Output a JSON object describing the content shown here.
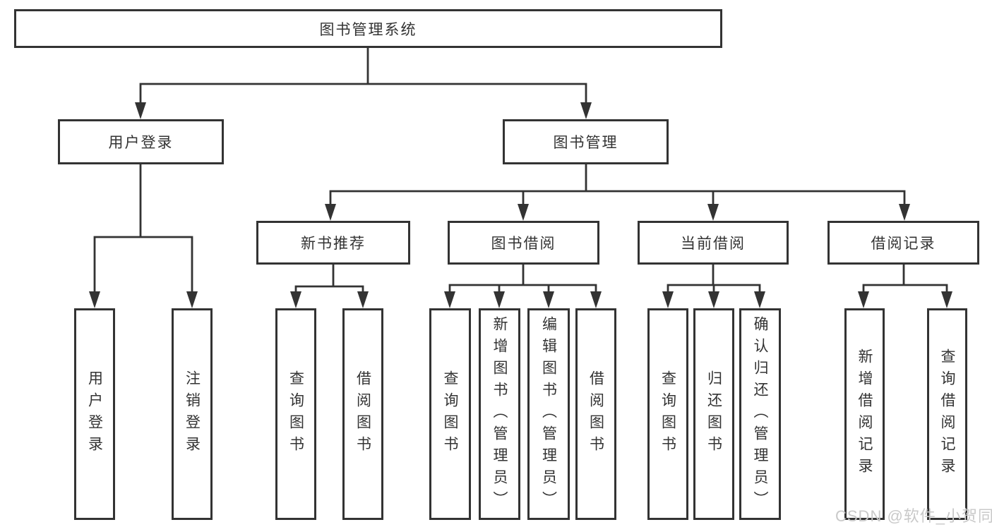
{
  "tree": {
    "label": "图书管理系统",
    "children": [
      {
        "label": "用户登录",
        "children": [
          {
            "label": "用户登录"
          },
          {
            "label": "注销登录"
          }
        ]
      },
      {
        "label": "图书管理",
        "children": [
          {
            "label": "新书推荐",
            "children": [
              {
                "label": "查询图书"
              },
              {
                "label": "借阅图书"
              }
            ]
          },
          {
            "label": "图书借阅",
            "children": [
              {
                "label": "查询图书"
              },
              {
                "label": "新增图书（管理员）"
              },
              {
                "label": "编辑图书（管理员）"
              },
              {
                "label": "借阅图书"
              }
            ]
          },
          {
            "label": "当前借阅",
            "children": [
              {
                "label": "查询图书"
              },
              {
                "label": "归还图书"
              },
              {
                "label": "确认归还（管理员）"
              }
            ]
          },
          {
            "label": "借阅记录",
            "children": [
              {
                "label": "新增借阅记录"
              },
              {
                "label": "查询借阅记录"
              }
            ]
          }
        ]
      }
    ]
  },
  "watermark": {
    "text": "CSDN @软件_小贺同学"
  },
  "colors": {
    "line": "#333333",
    "text": "#333333",
    "box_background": "#ffffff",
    "watermark": "#c9c9c9",
    "page_background": "#ffffff"
  }
}
